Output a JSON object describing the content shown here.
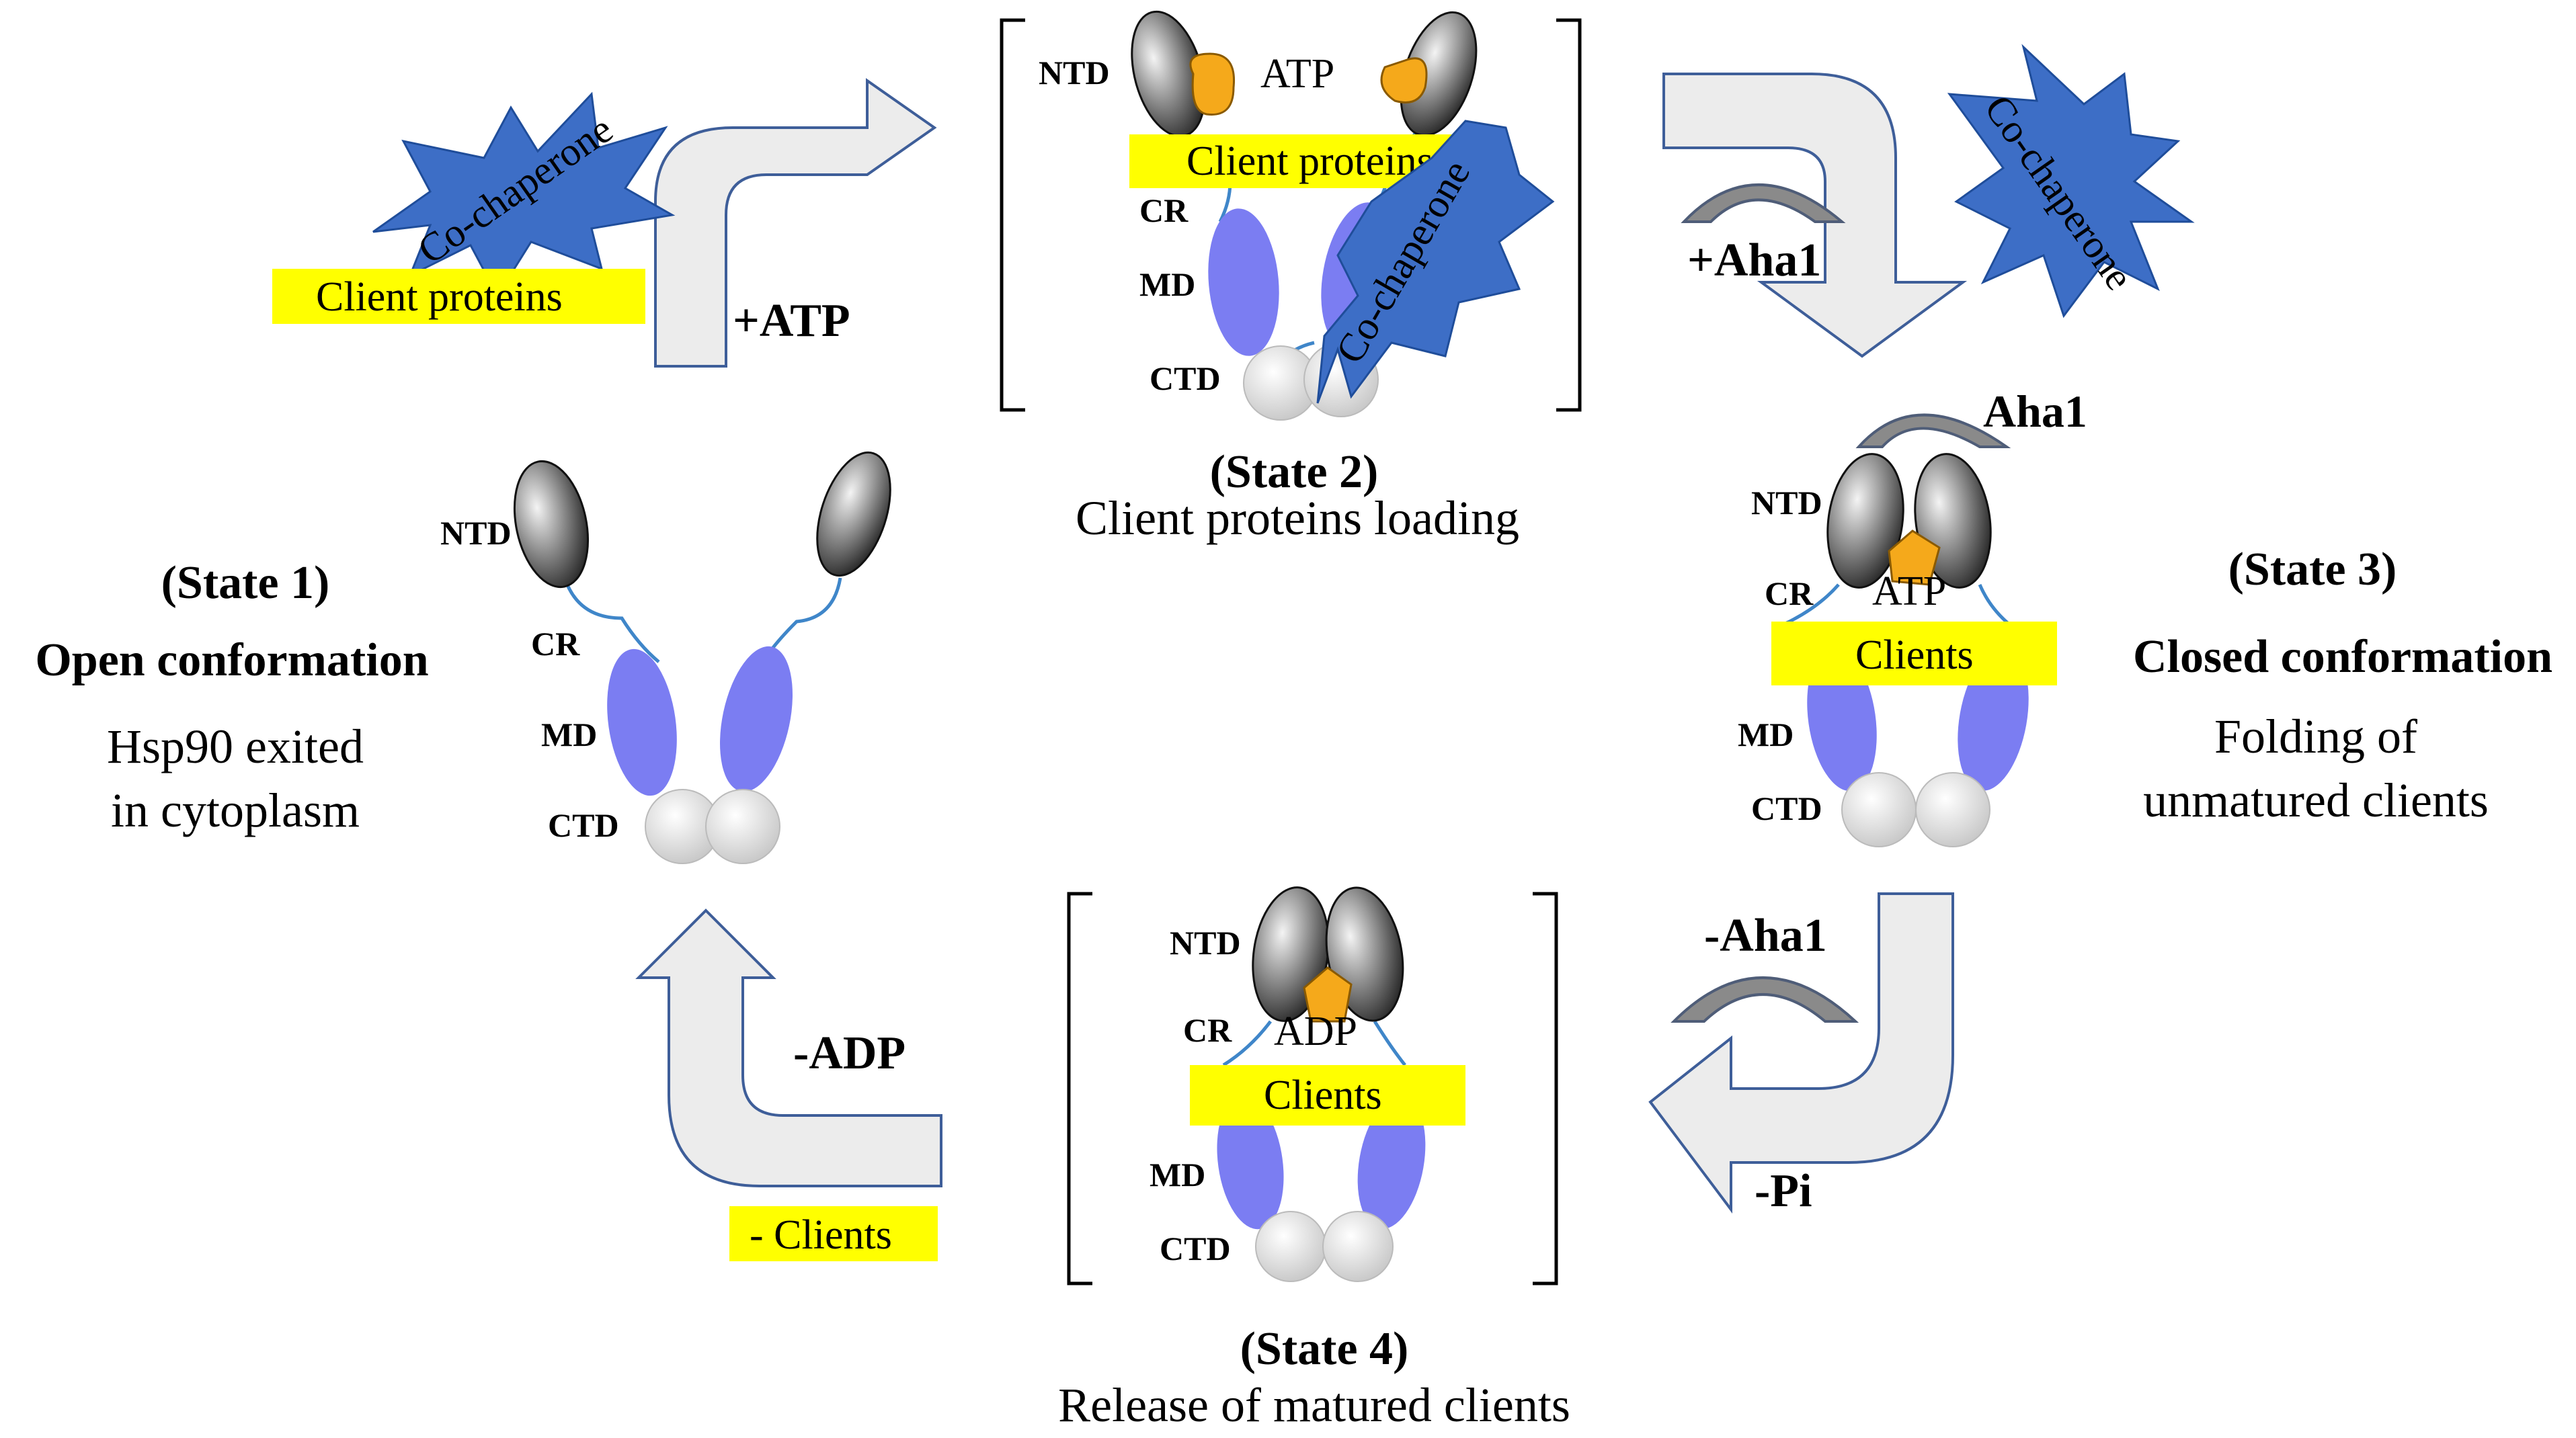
{
  "colors": {
    "ntd_light": "#f4f4f4",
    "ntd_dark": "#1e1e1e",
    "md": "#7b7df2",
    "ctd_light": "#ffffff",
    "ctd_dark": "#c6c6c6",
    "linker": "#3f86c9",
    "nucleotide": "#f5a91b",
    "client": "#ffff00",
    "cochaperone": "#3d6ec6",
    "cochaperone_edge": "#1f4d9a",
    "arrow_fill": "#ececec",
    "arrow_stroke": "#3e5e99",
    "aha1": "#8a8a8a",
    "aha1_edge": "#4f5d78"
  },
  "domain_labels": {
    "ntd": "NTD",
    "cr": "CR",
    "md": "MD",
    "ctd": "CTD"
  },
  "state1": {
    "heading": "(State 1)",
    "title": "Open conformation",
    "desc_line1": "Hsp90 exited",
    "desc_line2": "in cytoplasm"
  },
  "state2": {
    "heading": "(State 2)",
    "desc": "Client proteins loading",
    "nucleotide": "ATP",
    "client": "Client proteins",
    "cochaperone": "Co-chaperone"
  },
  "state3": {
    "heading": "(State 3)",
    "title": "Closed conformation",
    "desc_line1": "Folding of",
    "desc_line2": "unmatured clients",
    "cofactor": "Aha1",
    "nucleotide": "ATP",
    "client": "Clients"
  },
  "state4": {
    "heading": "(State 4)",
    "desc": "Release of matured clients",
    "nucleotide": "ADP",
    "client": "Clients"
  },
  "transitions": {
    "t1_to_2": {
      "label": "+ATP",
      "client": "Client proteins",
      "cochaperone": "Co-chaperone"
    },
    "t2_to_3": {
      "label": "+Aha1",
      "cochaperone": "Co-chaperone"
    },
    "t3_to_4": {
      "label_top": "-Aha1",
      "label_bottom": "-Pi"
    },
    "t4_to_1": {
      "label": "-ADP",
      "client": "- Clients"
    }
  }
}
